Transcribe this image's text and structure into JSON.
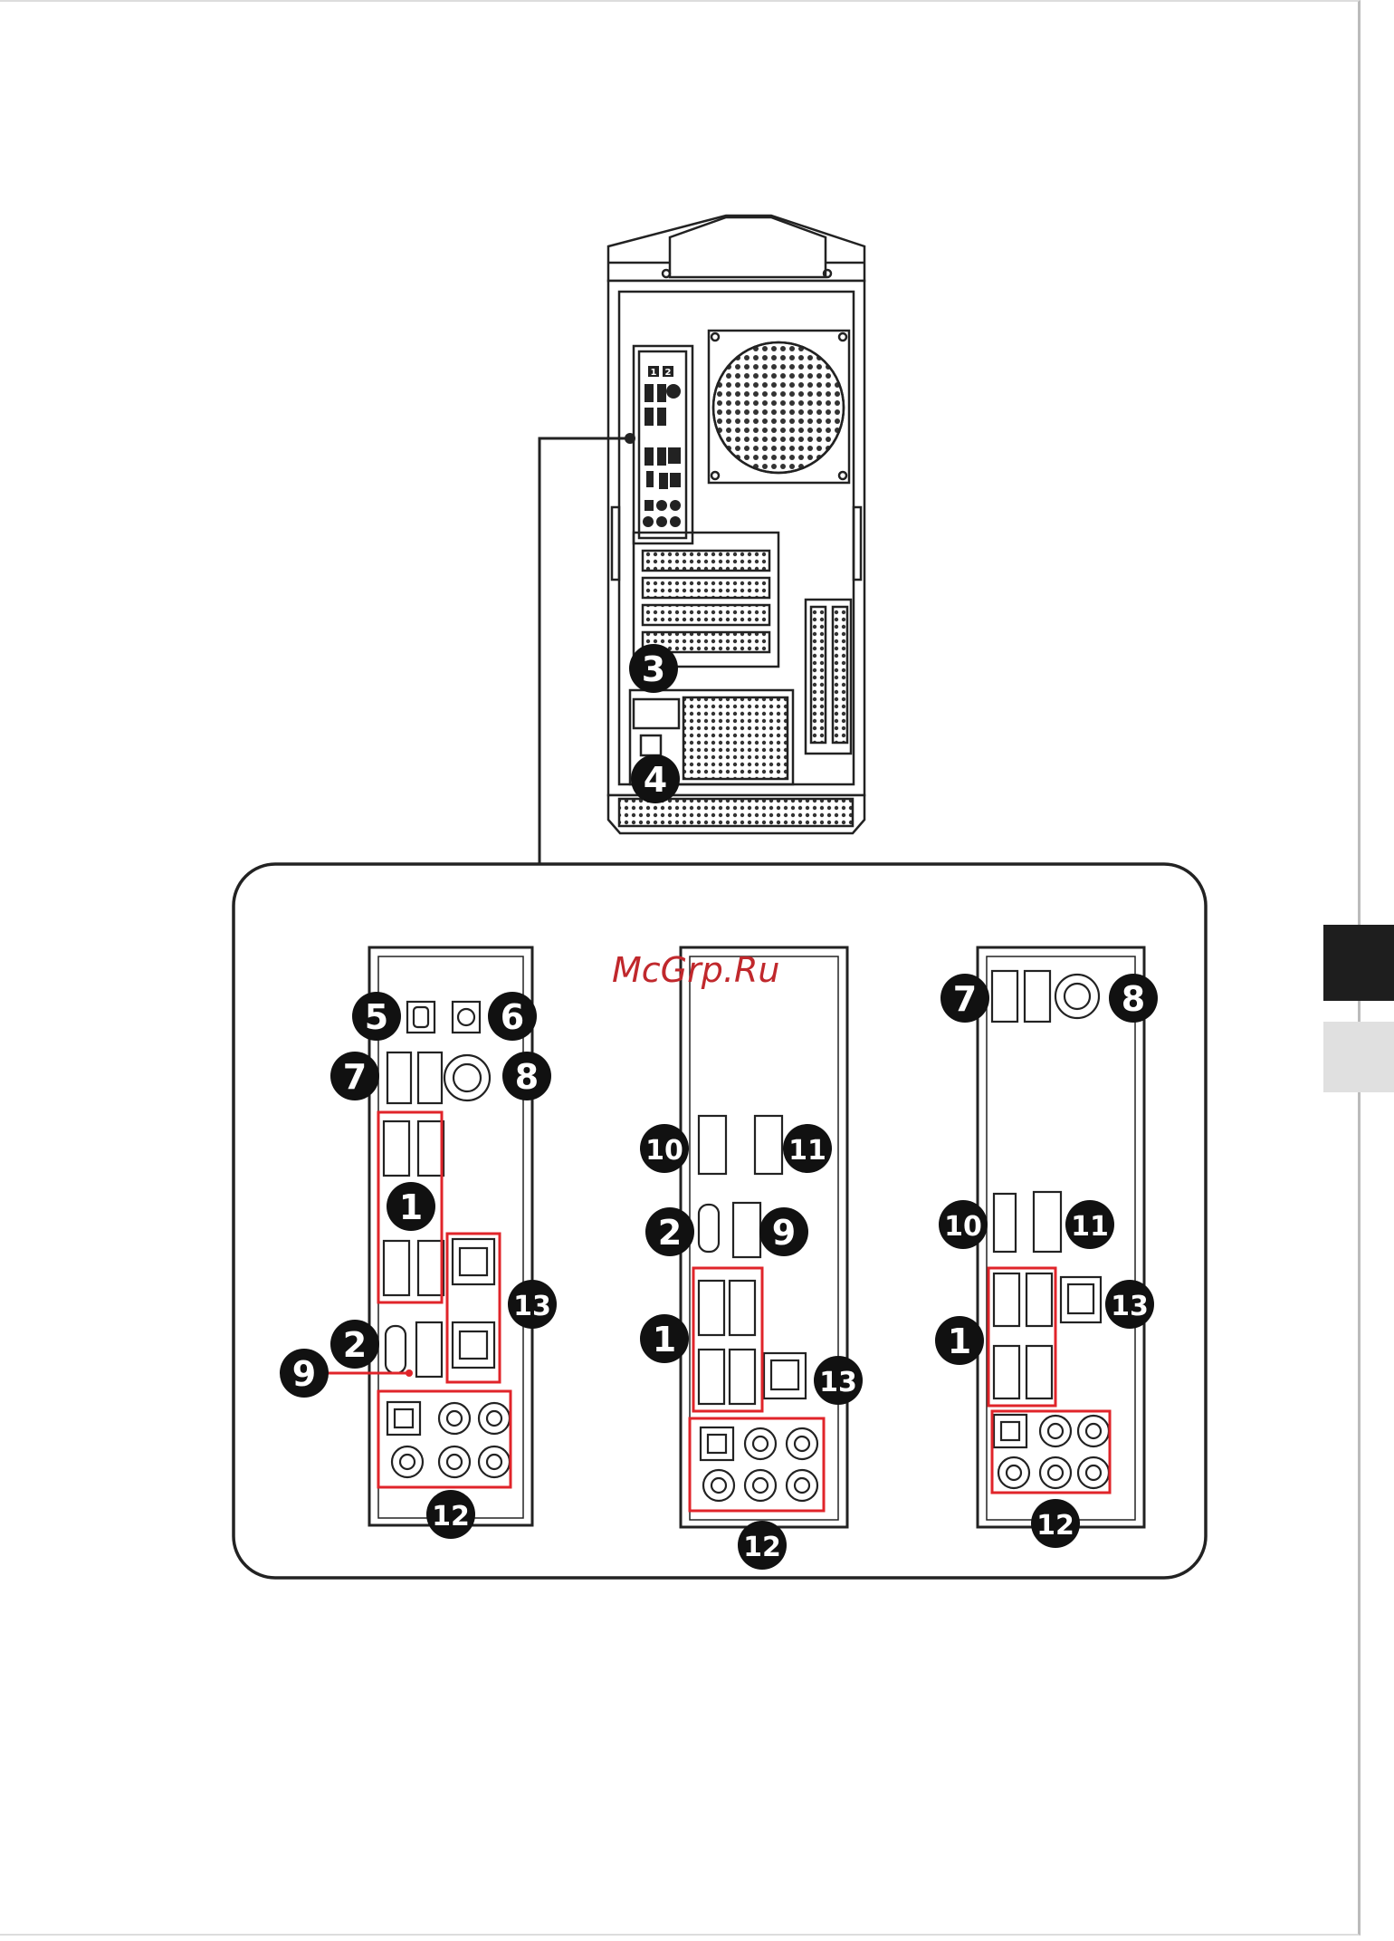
{
  "watermark": "McGrp.Ru",
  "callouts": {
    "tower": [
      "3",
      "4"
    ],
    "panel_a": [
      "5",
      "6",
      "7",
      "8",
      "1",
      "13",
      "2",
      "9",
      "12"
    ],
    "panel_b": [
      "10",
      "11",
      "2",
      "9",
      "1",
      "13",
      "12"
    ],
    "panel_c": [
      "7",
      "8",
      "10",
      "11",
      "13",
      "1",
      "12"
    ]
  },
  "tower_io_labels": [
    "1",
    "2"
  ],
  "colors": {
    "highlight": "#e0242a",
    "line": "#222222",
    "tab_dark": "#1e1e1e",
    "tab_light": "#e0e0e0"
  }
}
